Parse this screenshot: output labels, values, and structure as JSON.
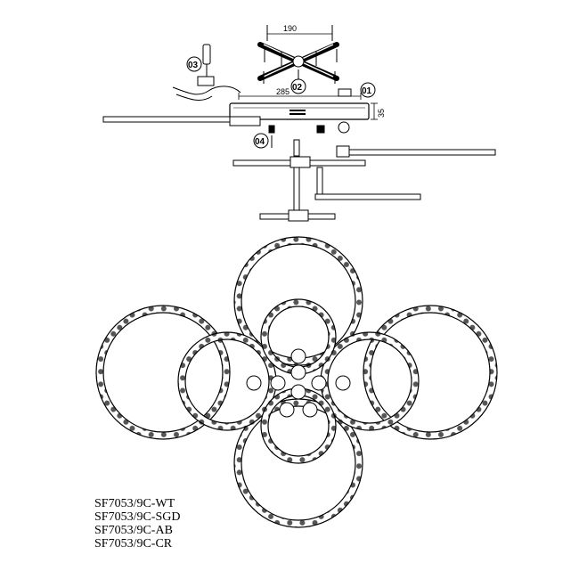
{
  "diagram": {
    "dimensions": {
      "bracket_span": "190",
      "plate_length": "285",
      "plate_height": "35"
    },
    "callouts": [
      "03",
      "02",
      "01",
      "04"
    ]
  },
  "models": [
    "SF7053/9C-WT",
    "SF7053/9C-SGD",
    "SF7053/9C-AB",
    "SF7053/9C-CR"
  ],
  "colors": {
    "line": "#000000",
    "paper": "#ffffff",
    "bead": "#555555"
  }
}
